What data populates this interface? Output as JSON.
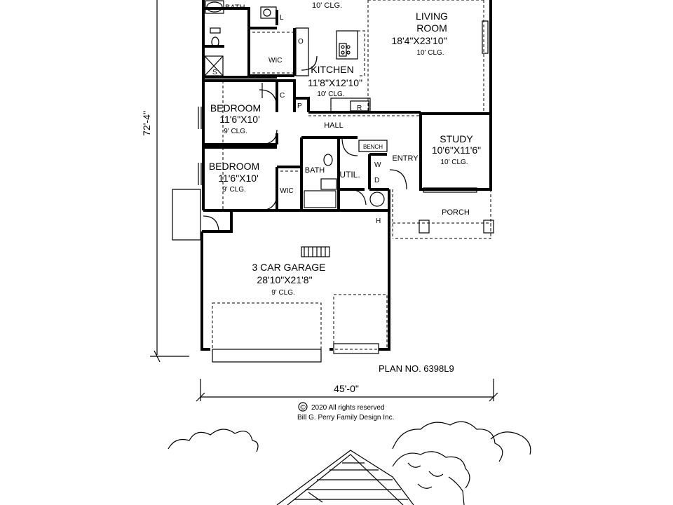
{
  "plan": {
    "plan_number": "PLAN NO. 6398L9",
    "dim_depth": "72'-4\"",
    "dim_width": "45'-0\"",
    "copyright_line1": "2020 All rights reserved",
    "copyright_line2": "Bill G. Perry Family Design Inc.",
    "copyright_symbol": "©"
  },
  "rooms": {
    "bath_master": "BATH",
    "top_clg": "10' CLG.",
    "living_name1": "LIVING",
    "living_name2": "ROOM",
    "living_size": "18'4\"X23'10\"",
    "living_clg": "10' CLG.",
    "kitchen_name": "KITCHEN",
    "kitchen_size": "11'8\"X12'10\"",
    "kitchen_clg": "10' CLG.",
    "wic_master": "WIC",
    "bedroom1_name": "BEDROOM",
    "bedroom1_size": "11'6\"X10'",
    "bedroom1_clg": "9' CLG.",
    "bedroom2_name": "BEDROOM",
    "bedroom2_size": "11'6\"X10'",
    "bedroom2_clg": "9' CLG.",
    "wic2": "WIC",
    "bath2": "BATH",
    "util": "UTIL.",
    "hall": "HALL",
    "bench": "BENCH",
    "entry": "ENTRY",
    "study_name": "STUDY",
    "study_size": "10'6\"X11'6\"",
    "study_clg": "10' CLG.",
    "porch": "PORCH",
    "garage_name": "3 CAR GARAGE",
    "garage_size": "28'10\"X21'8\"",
    "garage_clg": "9' CLG.",
    "l": "L",
    "o": "O",
    "c_closet": "C",
    "p_pantry": "P",
    "r_fridge": "R",
    "s_shower": "S",
    "w_washer": "W",
    "d_dryer": "D",
    "h_heater": "H"
  }
}
